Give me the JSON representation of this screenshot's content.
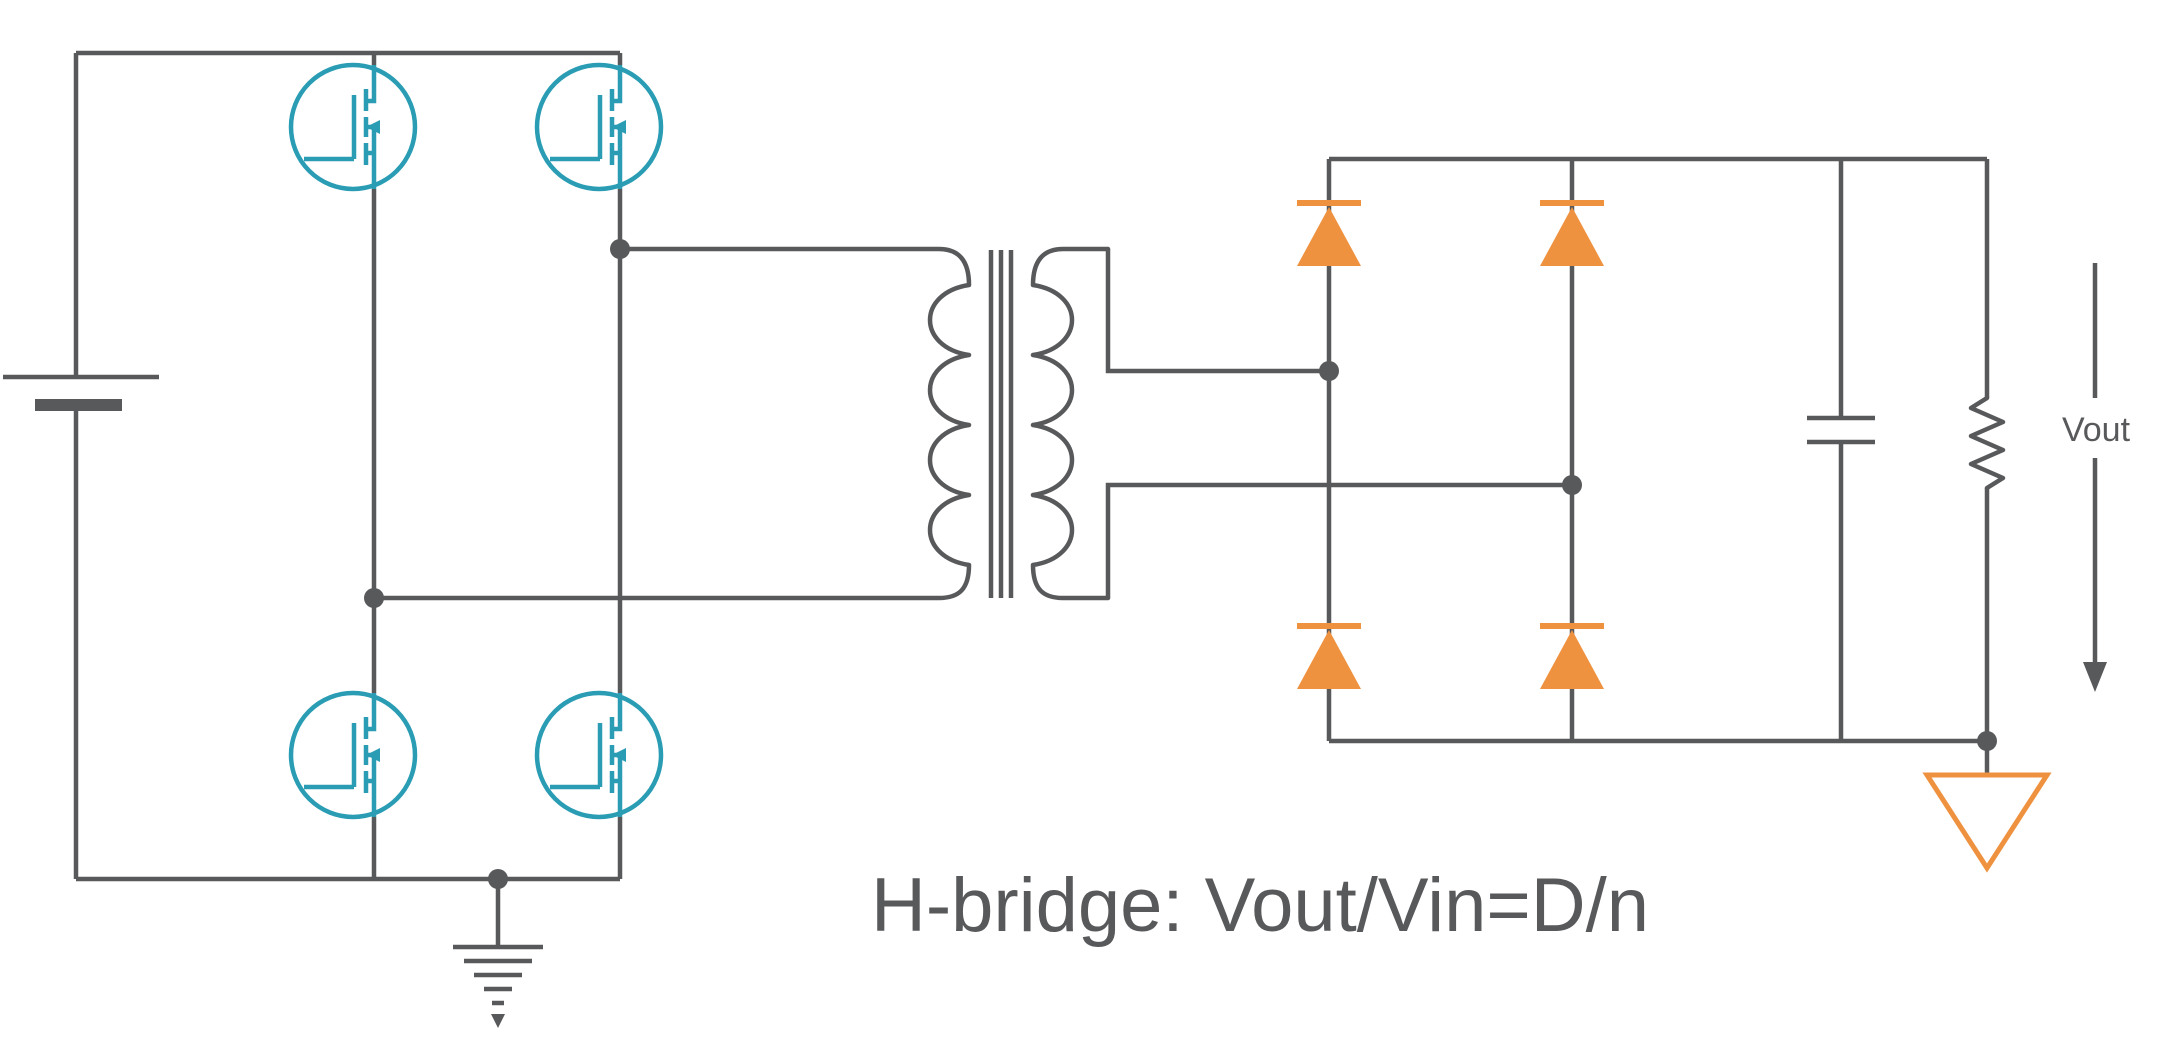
{
  "diagram": {
    "caption": "H-bridge: Vout/Vin=D/n",
    "labels": {
      "vout": "Vout"
    },
    "colors": {
      "wire": "#58595b",
      "mosfet": "#2a9db4",
      "diode": "#ef9240",
      "text": "#58595b",
      "background": "#ffffff"
    },
    "components": [
      {
        "name": "battery",
        "type": "dc-source"
      },
      {
        "name": "mosfet-q1",
        "type": "n-mosfet"
      },
      {
        "name": "mosfet-q2",
        "type": "n-mosfet"
      },
      {
        "name": "mosfet-q3",
        "type": "n-mosfet"
      },
      {
        "name": "mosfet-q4",
        "type": "n-mosfet"
      },
      {
        "name": "transformer",
        "type": "transformer"
      },
      {
        "name": "diode-d1",
        "type": "diode"
      },
      {
        "name": "diode-d2",
        "type": "diode"
      },
      {
        "name": "diode-d3",
        "type": "diode"
      },
      {
        "name": "diode-d4",
        "type": "diode"
      },
      {
        "name": "output-capacitor",
        "type": "capacitor"
      },
      {
        "name": "load-resistor",
        "type": "resistor"
      },
      {
        "name": "input-ground",
        "type": "ground"
      },
      {
        "name": "output-ground",
        "type": "ground"
      }
    ]
  }
}
